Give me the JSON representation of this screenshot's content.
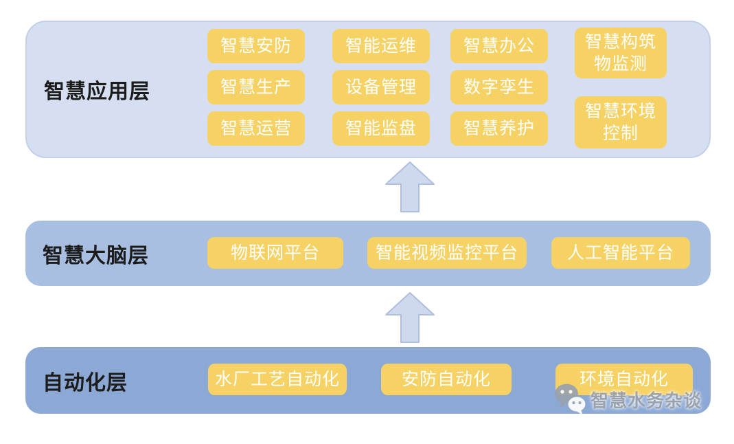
{
  "app_layer": {
    "label": "智慧应用层",
    "columns": [
      [
        "智慧安防",
        "智慧生产",
        "智慧运营"
      ],
      [
        "智能运维",
        "设备管理",
        "智能监盘"
      ],
      [
        "智慧办公",
        "数字孪生",
        "智慧养护"
      ],
      [
        "智慧构筑\n物监测",
        "智慧环境\n控制"
      ]
    ]
  },
  "brain_layer": {
    "label": "智慧大脑层",
    "buttons": [
      "物联网平台",
      "智能视频监控平台",
      "人工智能平台"
    ]
  },
  "automation_layer": {
    "label": "自动化层",
    "buttons": [
      "水厂工艺自动化",
      "安防自动化",
      "环境自动化"
    ]
  },
  "watermark": {
    "icon": "wechat-icon",
    "text": "智慧水务杂谈"
  },
  "colors": {
    "app_bg": "#d6dff1",
    "brain_bg": "#a9bfe1",
    "auto_bg": "#8ca9d6",
    "node_bg": "#f6d164",
    "node_text": "#ffffff",
    "label_color": "#1c1c1c",
    "arrow_fill": "#ced9ee",
    "arrow_stroke": "#aebfdd",
    "watermark_color": "#9ba1a9"
  }
}
